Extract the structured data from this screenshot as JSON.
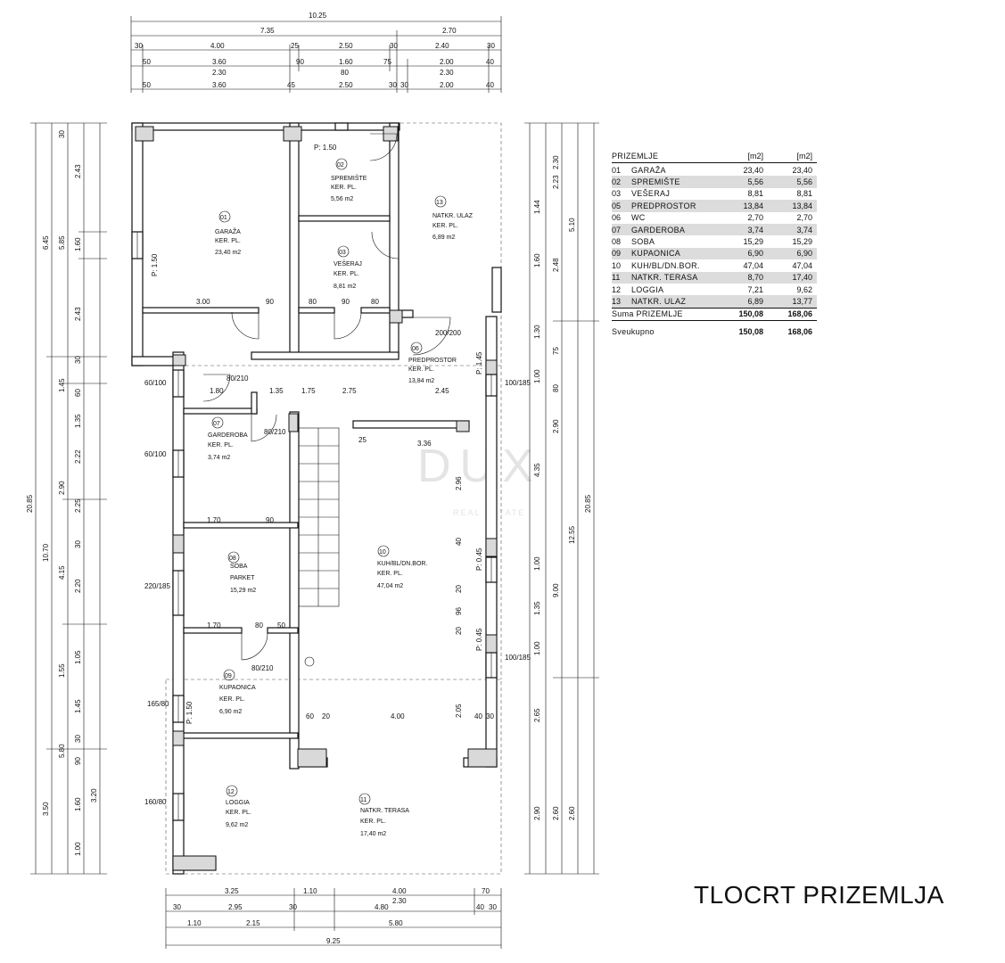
{
  "title": "TLOCRT PRIZEMLJA",
  "watermark": {
    "logo": "DUX",
    "sub": "REAL ESTATE"
  },
  "table": {
    "header": {
      "label": "PRIZEMLJE",
      "col1": "[m2]",
      "col2": "[m2]"
    },
    "rows": [
      {
        "no": "01",
        "name": "GARAŽA",
        "a": "23,40",
        "b": "23,40"
      },
      {
        "no": "02",
        "name": "SPREMIŠTE",
        "a": "5,56",
        "b": "5,56"
      },
      {
        "no": "03",
        "name": "VEŠERAJ",
        "a": "8,81",
        "b": "8,81"
      },
      {
        "no": "05",
        "name": "PREDPROSTOR",
        "a": "13,84",
        "b": "13,84"
      },
      {
        "no": "06",
        "name": "WC",
        "a": "2,70",
        "b": "2,70"
      },
      {
        "no": "07",
        "name": "GARDEROBA",
        "a": "3,74",
        "b": "3,74"
      },
      {
        "no": "08",
        "name": "SOBA",
        "a": "15,29",
        "b": "15,29"
      },
      {
        "no": "09",
        "name": "KUPAONICA",
        "a": "6,90",
        "b": "6,90"
      },
      {
        "no": "10",
        "name": "KUH/BL/DN.BOR.",
        "a": "47,04",
        "b": "47,04"
      },
      {
        "no": "11",
        "name": "NATKR. TERASA",
        "a": "8,70",
        "b": "17,40"
      },
      {
        "no": "12",
        "name": "LOGGIA",
        "a": "7,21",
        "b": "9,62"
      },
      {
        "no": "13",
        "name": "NATKR. ULAZ",
        "a": "6,89",
        "b": "13,77"
      }
    ],
    "sum": {
      "label": "Suma PRIZEMLJE",
      "a": "150,08",
      "b": "168,06"
    },
    "total": {
      "label": "Sveukupno",
      "a": "150,08",
      "b": "168,06"
    }
  },
  "rooms": [
    {
      "no": "01",
      "name": "GARAŽA",
      "floor": "KER. PL.",
      "area": "23,40 m2"
    },
    {
      "no": "02",
      "name": "SPREMIŠTE",
      "floor": "KER. PL.",
      "area": "5,56 m2"
    },
    {
      "no": "03",
      "name": "VEŠERAJ",
      "floor": "KER. PL.",
      "area": "8,81 m2"
    },
    {
      "no": "06",
      "name": "PREDPROSTOR",
      "floor": "KER. PL.",
      "area": "13,84 m2"
    },
    {
      "no": "07",
      "name": "GARDEROBA",
      "floor": "KER. PL.",
      "area": "3,74 m2"
    },
    {
      "no": "08",
      "name": "SOBA",
      "floor": "PARKET",
      "area": "15,29 m2"
    },
    {
      "no": "09",
      "name": "KUPAONICA",
      "floor": "KER. PL.",
      "area": "6,90 m2"
    },
    {
      "no": "10",
      "name": "KUH/BL/DN.BOR.",
      "floor": "KER. PL.",
      "area": "47,04 m2"
    },
    {
      "no": "11",
      "name": "NATKR. TERASA",
      "floor": "KER. PL.",
      "area": "17,40 m2"
    },
    {
      "no": "12",
      "name": "LOGGIA",
      "floor": "KER. PL.",
      "area": "9,62 m2"
    },
    {
      "no": "13",
      "name": "NATKR. ULAZ",
      "floor": "KER. PL.",
      "area": "6,89 m2"
    }
  ],
  "dims": {
    "top1": [
      "10.25"
    ],
    "top2": [
      "7.35",
      "2.70"
    ],
    "top3": [
      "30",
      "4.00",
      "25",
      "2.50",
      "30",
      "2.40",
      "30"
    ],
    "top4": [
      "50",
      "3.60",
      "90",
      "1.60",
      "75",
      "2.00",
      "40"
    ],
    "top4b": [
      "2.30",
      "80",
      "2.30"
    ],
    "top5": [
      "50",
      "3.60",
      "45",
      "2.50",
      "30",
      "30",
      "2.00",
      "40"
    ],
    "bottom1": [
      "3.25",
      "1.10",
      "4.00",
      "70"
    ],
    "bottom1b": [
      "2.30"
    ],
    "bottom2": [
      "30",
      "2.95",
      "30",
      "4.80",
      "40",
      "30"
    ],
    "bottom3": [
      "1.10",
      "2.15",
      "5.80"
    ],
    "bottom4": [
      "9.25"
    ],
    "left_outer": [
      "20.85"
    ],
    "left2": [
      "6.45",
      "10.70",
      "3.50"
    ],
    "left3": [
      "30",
      "5.85",
      "1.45",
      "2.90",
      "4.15",
      "1.55",
      "5.80"
    ],
    "left4": [
      "2.43",
      "1.60",
      "2.43",
      "30",
      "60",
      "1.35",
      "2.22",
      "2.25",
      "30",
      "2.20",
      "1.05",
      "1.45",
      "30",
      "90",
      "1.60",
      "3.20",
      "1.00"
    ],
    "right_outer": [
      "20.85"
    ],
    "right2": [
      "5.10",
      "12.55",
      "2.60"
    ],
    "right3": [
      "1.44",
      "1.60",
      "1.30",
      "1.00",
      "4.35",
      "1.00",
      "1.35",
      "1.00",
      "2.65",
      "2.90"
    ],
    "right4": [
      "2.30",
      "2.23",
      "2.48",
      "75",
      "80",
      "2.90",
      "9.00",
      "2.60"
    ],
    "inner": [
      "3.00",
      "90",
      "80",
      "90",
      "80",
      "1.80",
      "1.35",
      "1.75",
      "2.75",
      "2.45",
      "25",
      "3.36",
      "1.70",
      "90",
      "1.70",
      "80",
      "50",
      "60",
      "20",
      "4.00",
      "2.05",
      "40",
      "30",
      "2.96",
      "40",
      "20",
      "96",
      "20"
    ],
    "windows": [
      "60/100",
      "60/100",
      "220/185",
      "165/80",
      "160/80",
      "100/185",
      "100/185",
      "P: 1.50",
      "P: 0.45",
      "P: 0.45",
      "P: 1.45",
      "P: 1.50",
      "P: 1.50",
      "80/210",
      "80/210",
      "80/210",
      "200/200"
    ]
  }
}
